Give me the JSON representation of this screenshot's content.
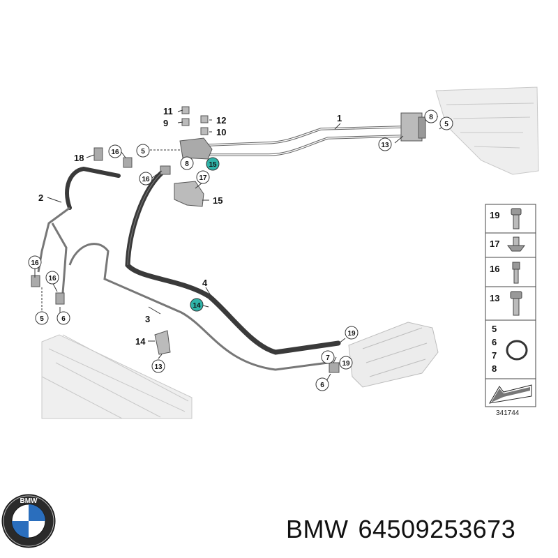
{
  "callouts": {
    "c1": "1",
    "c2": "2",
    "c3": "3",
    "c4": "4",
    "c5a": "5",
    "c5b": "5",
    "c5c": "5",
    "c6a": "6",
    "c6b": "6",
    "c7": "7",
    "c8a": "8",
    "c8b": "8",
    "c9": "9",
    "c10": "10",
    "c11": "11",
    "c12": "12",
    "c13a": "13",
    "c13b": "13",
    "c14a": "14",
    "c14b": "14",
    "c15a": "15",
    "c15b": "15",
    "c16a": "16",
    "c16b": "16",
    "c16c": "16",
    "c16d": "16",
    "c17": "17",
    "c18": "18",
    "c19a": "19",
    "c19b": "19"
  },
  "legend": {
    "r19": "19",
    "r17": "17",
    "r16": "16",
    "r13": "13",
    "r5": "5",
    "r6": "6",
    "r7": "7",
    "r8": "8"
  },
  "doc_number": "341744",
  "footer": {
    "brand": "BMW",
    "part_number": "64509253673"
  },
  "colors": {
    "highlight": "#2fb3a8",
    "hose": "#3a3a3a",
    "line": "#555555"
  }
}
